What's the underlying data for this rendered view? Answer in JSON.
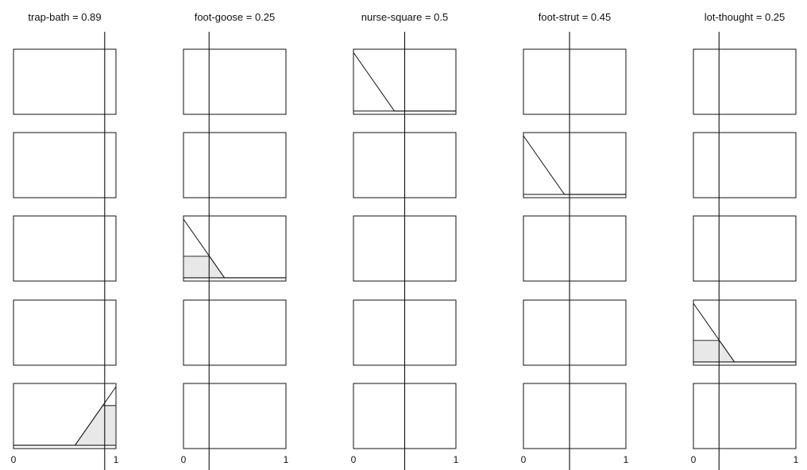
{
  "chart_data": {
    "type": "fuzzy-inference-grid",
    "columns": [
      {
        "title": "trap-bath = 0.89",
        "input": 0.89,
        "rows": [
          null,
          null,
          null,
          null,
          {
            "mf": [
              [
                0,
                0.05
              ],
              [
                0.6,
                0.05
              ],
              [
                1,
                0.95
              ]
            ],
            "fire": 0.66
          }
        ]
      },
      {
        "title": "foot-goose = 0.25",
        "input": 0.25,
        "rows": [
          null,
          null,
          {
            "mf": [
              [
                0,
                0.95
              ],
              [
                0.4,
                0.05
              ],
              [
                1,
                0.05
              ]
            ],
            "fire": 0.38
          },
          null,
          null
        ]
      },
      {
        "title": "nurse-square = 0.5",
        "input": 0.5,
        "rows": [
          {
            "mf": [
              [
                0,
                0.95
              ],
              [
                0.4,
                0.05
              ],
              [
                1,
                0.05
              ]
            ],
            "fire": 0
          },
          null,
          null,
          null,
          null
        ]
      },
      {
        "title": "foot-strut = 0.45",
        "input": 0.45,
        "rows": [
          null,
          {
            "mf": [
              [
                0,
                0.95
              ],
              [
                0.4,
                0.05
              ],
              [
                1,
                0.05
              ]
            ],
            "fire": 0
          },
          null,
          null,
          null
        ]
      },
      {
        "title": "lot-thought = 0.25",
        "input": 0.25,
        "rows": [
          null,
          null,
          null,
          {
            "mf": [
              [
                0,
                0.95
              ],
              [
                0.4,
                0.05
              ],
              [
                1,
                0.05
              ]
            ],
            "fire": 0.38
          },
          null
        ]
      }
    ],
    "x_tick_labels": [
      "0",
      "1"
    ],
    "xlim": [
      0,
      1
    ],
    "ylim": [
      0,
      1
    ]
  }
}
